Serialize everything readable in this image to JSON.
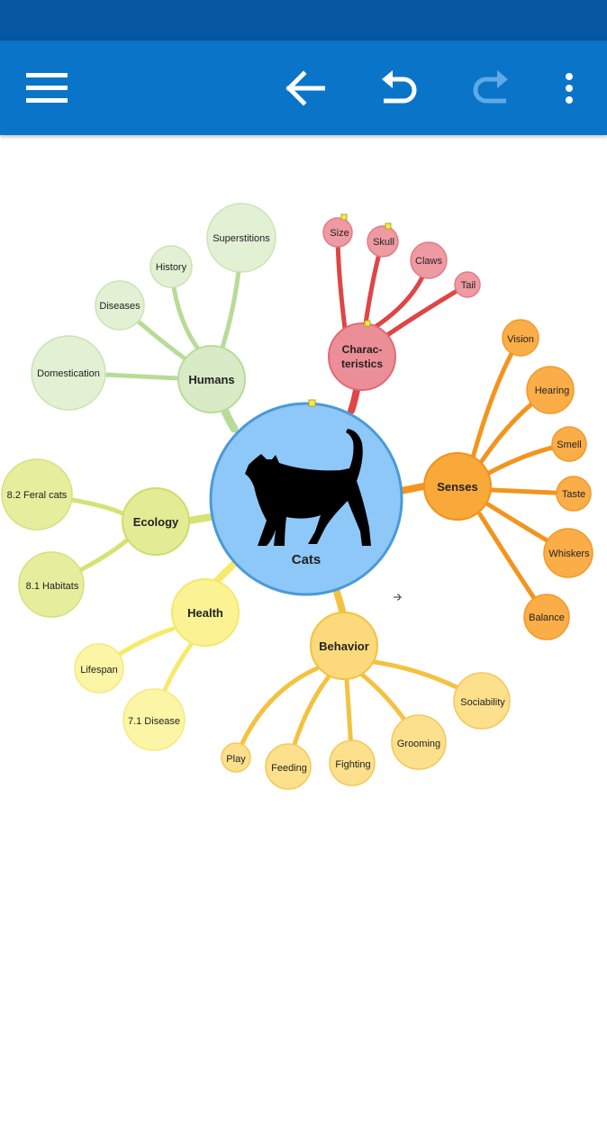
{
  "toolbar": {
    "menu_icon": "hamburger-menu-icon",
    "back_icon": "arrow-left-icon",
    "undo_icon": "undo-icon",
    "redo_icon": "redo-icon",
    "more_icon": "more-vert-icon"
  },
  "colors": {
    "status_bar": "#0457a0",
    "toolbar": "#0a74c8",
    "center": "#8ec8f8",
    "humans": "#d8ebc6",
    "characteristics": "#ec8e97",
    "senses": "#f9a83a",
    "ecology": "#e3ec94",
    "health": "#fbf393",
    "behavior": "#fcd97a"
  },
  "map": {
    "center": {
      "label": "Cats",
      "icon": "cat-silhouette-icon"
    },
    "branches": {
      "humans": {
        "label": "Humans",
        "children": [
          "Superstitions",
          "History",
          "Diseases",
          "Domestication"
        ]
      },
      "characteristics": {
        "label_line1": "Charac-",
        "label_line2": "teristics",
        "children": [
          "Size",
          "Skull",
          "Claws",
          "Tail"
        ]
      },
      "senses": {
        "label": "Senses",
        "children": [
          "Vision",
          "Hearing",
          "Smell",
          "Taste",
          "Whiskers",
          "Balance"
        ]
      },
      "ecology": {
        "label": "Ecology",
        "children": [
          "8.2 Feral cats",
          "8.1 Habitats"
        ]
      },
      "health": {
        "label": "Health",
        "children": [
          "Lifespan",
          "7.1 Disease"
        ]
      },
      "behavior": {
        "label": "Behavior",
        "children": [
          "Play",
          "Feeding",
          "Fighting",
          "Grooming",
          "Sociability"
        ]
      }
    }
  }
}
